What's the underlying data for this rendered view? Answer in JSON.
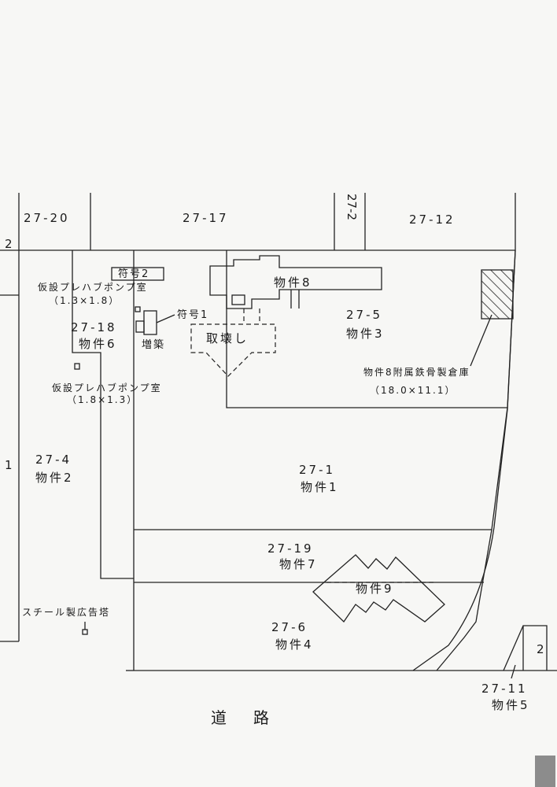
{
  "lots": {
    "l27_20": "27-20",
    "l27_17": "27-17",
    "l27_2": "27-2",
    "l27_12": "27-12",
    "l27_5": "27-5",
    "l27_18": "27-18",
    "l27_4": "27-4",
    "l27_1": "27-1",
    "l27_19": "27-19",
    "l27_6": "27-6",
    "l27_11": "27-11"
  },
  "properties": {
    "p1": "物件1",
    "p2": "物件2",
    "p3": "物件3",
    "p4": "物件4",
    "p5": "物件5",
    "p6": "物件6",
    "p7": "物件7",
    "p8": "物件8",
    "p9": "物件9"
  },
  "annotations": {
    "symbol1": "符号1",
    "symbol2": "符号2",
    "extension": "増築",
    "demolish": "取壊し",
    "pump_room_a": "仮設プレハブポンプ室",
    "pump_room_a_size": "（1.3×1.8）",
    "pump_room_b": "仮設プレハブポンプ室",
    "pump_room_b_size": "（1.8×1.3）",
    "steel_billboard": "スチール製広告塔",
    "warehouse": "物件8附属鉄骨製倉庫",
    "warehouse_size": "（18.0×11.1）",
    "road": "道路"
  },
  "edge_marks": {
    "left_top": "2",
    "left_mid": "1",
    "right_bottom": "2"
  }
}
